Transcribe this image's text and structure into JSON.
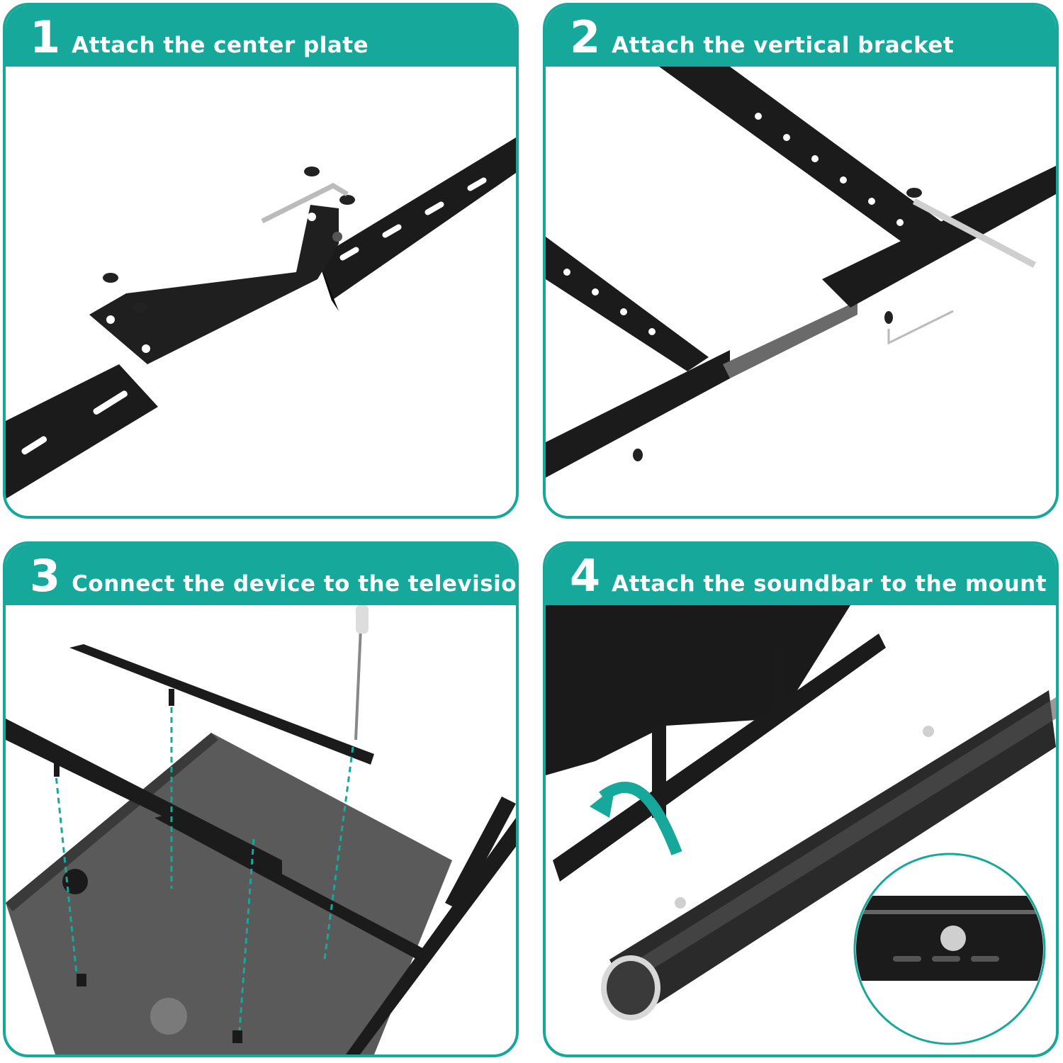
{
  "steps": [
    {
      "number": "1",
      "title": "Attach the center plate"
    },
    {
      "number": "2",
      "title": "Attach the vertical bracket"
    },
    {
      "number": "3",
      "title": "Connect the device to the television"
    },
    {
      "number": "4",
      "title": "Attach the soundbar to the mount"
    }
  ],
  "colors": {
    "accent": "#16a89a",
    "metal": "#1b1b1b",
    "tv_panel": "#5a5a5a",
    "soundbar": "#2a2a2a"
  }
}
